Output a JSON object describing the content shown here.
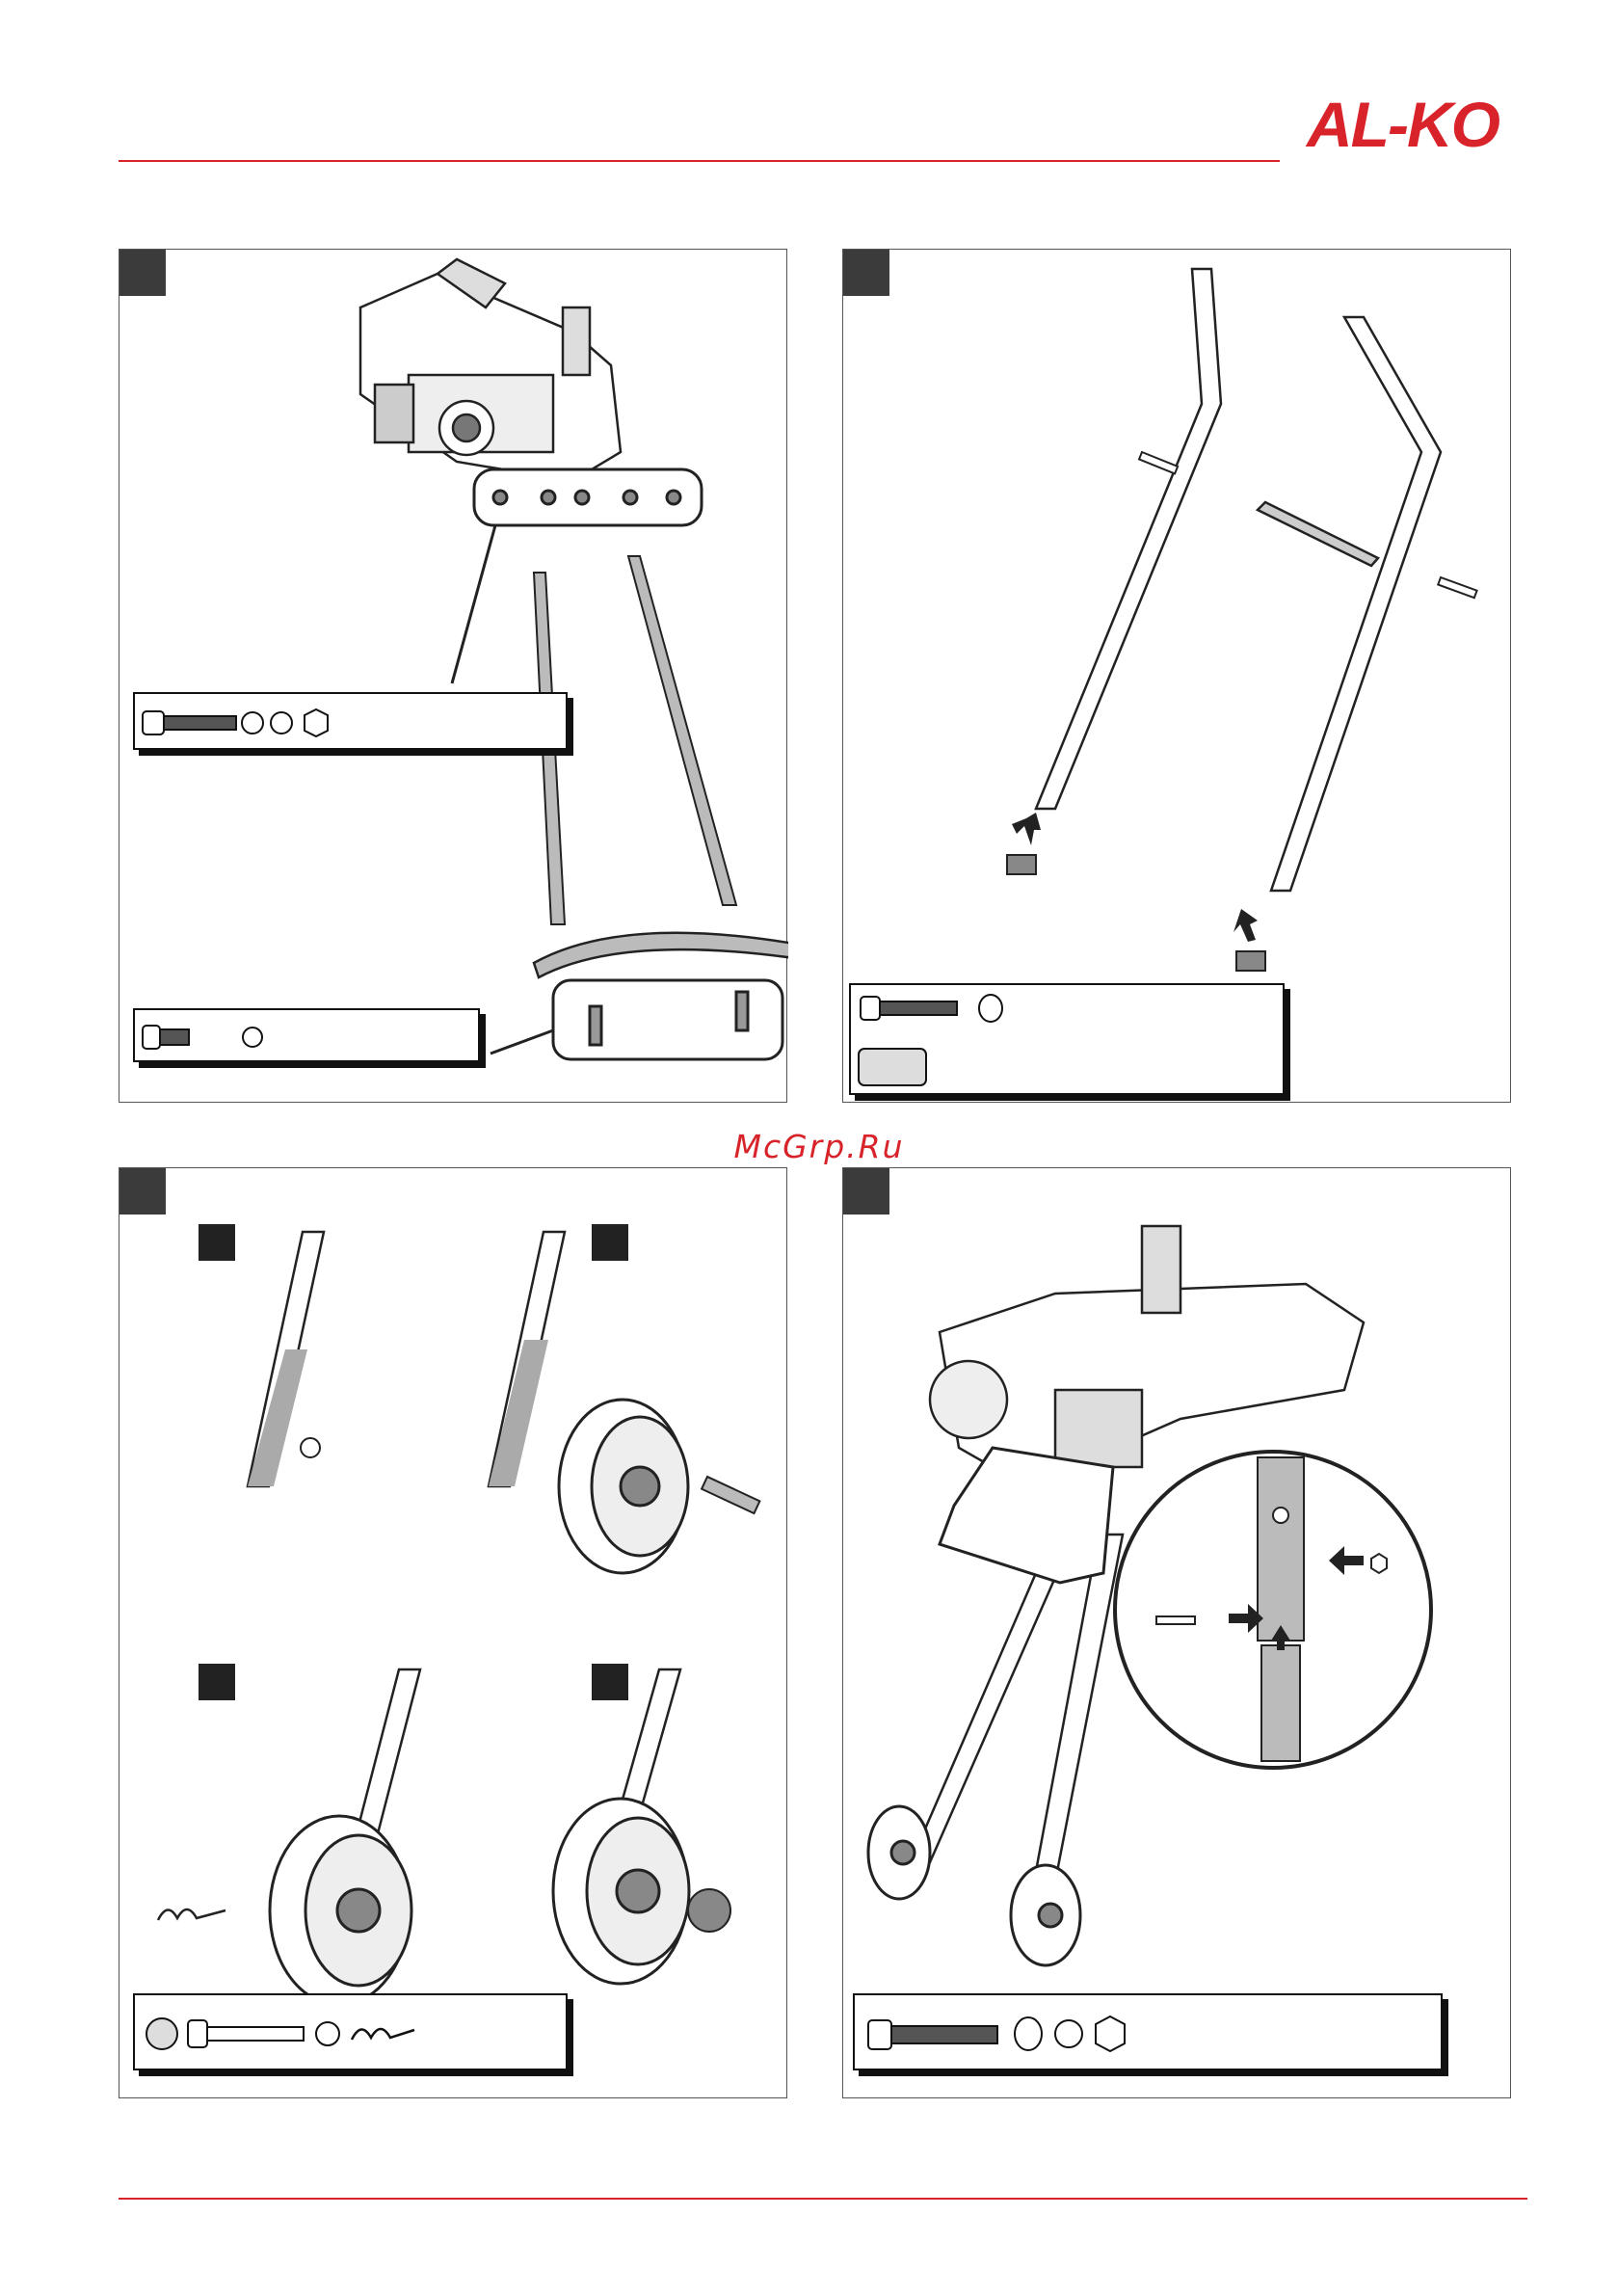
{
  "brand": {
    "logo_text": "AL-KO",
    "accent_color": "#d8232a"
  },
  "watermark": {
    "text": "McGrp.Ru"
  },
  "panels": [
    {
      "id": 1,
      "subject": "stand-legs-assembly"
    },
    {
      "id": 2,
      "subject": "handle-assembly"
    },
    {
      "id": 3,
      "subject": "wheel-assembly"
    },
    {
      "id": 4,
      "subject": "final-mounting"
    }
  ],
  "icons": [
    "bolt-icon",
    "washer-icon",
    "nut-icon",
    "wheel-icon",
    "cap-icon",
    "split-pin-icon",
    "arrow-icon"
  ]
}
